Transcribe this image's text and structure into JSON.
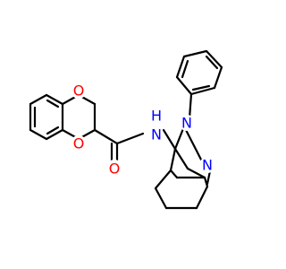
{
  "molecule": {
    "atoms": {
      "o_ring_top": {
        "symbol": "O",
        "color": "#ff0000"
      },
      "o_ring_bottom": {
        "symbol": "O",
        "color": "#ff0000"
      },
      "o_carbonyl": {
        "symbol": "O",
        "color": "#ff0000"
      },
      "n_amide": {
        "symbol": "N",
        "hydrogen": "H",
        "color": "#0000ff"
      },
      "n_pyrazole_1": {
        "symbol": "N",
        "color": "#0000ff"
      },
      "n_pyrazole_2": {
        "symbol": "N",
        "color": "#0000ff"
      }
    },
    "bond_color": "#000000"
  }
}
